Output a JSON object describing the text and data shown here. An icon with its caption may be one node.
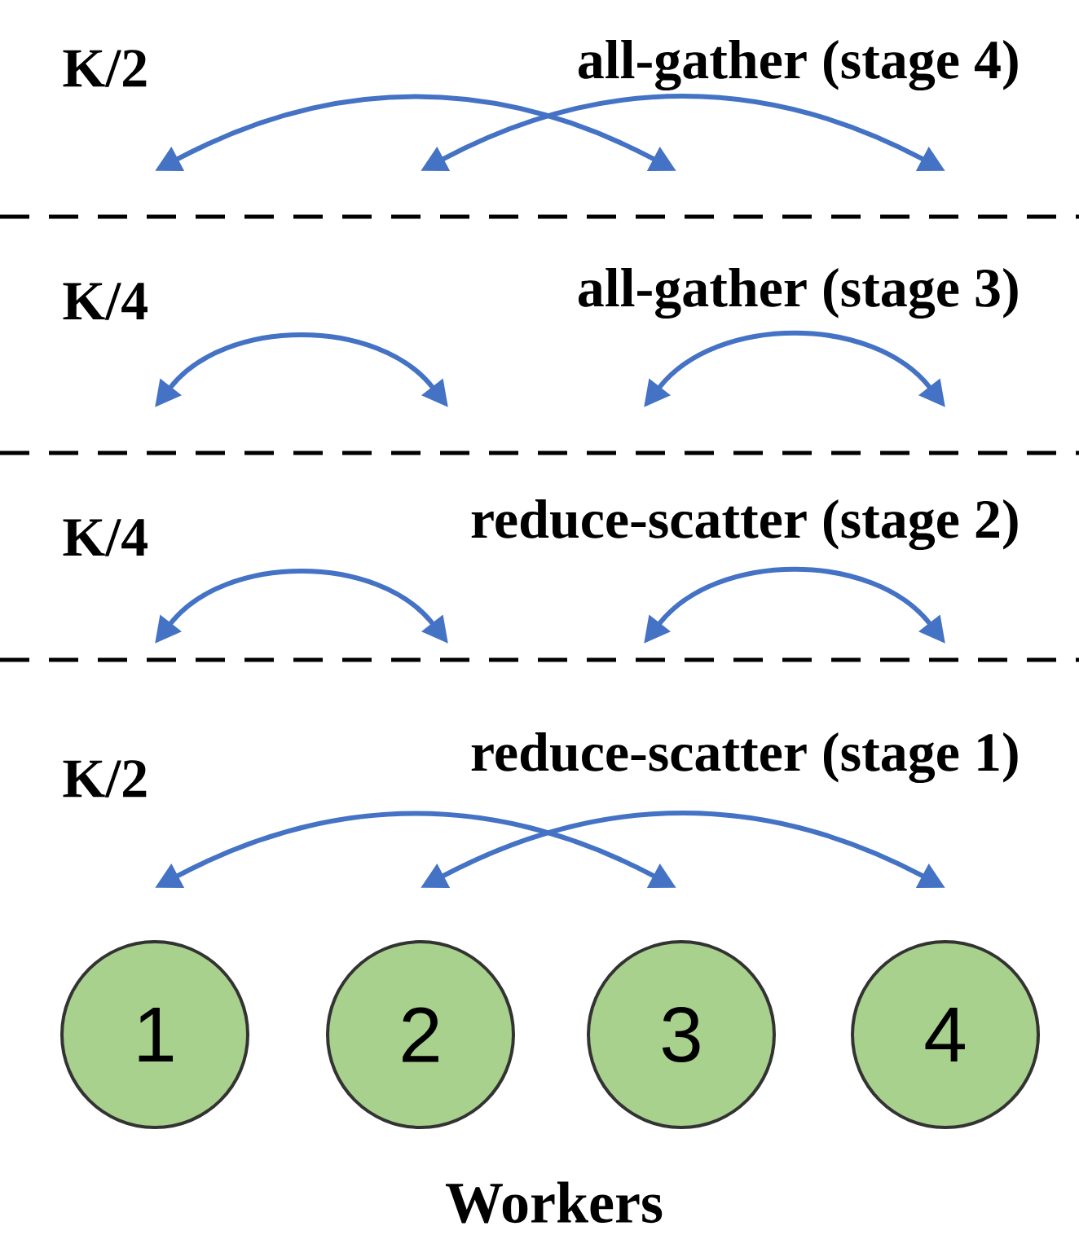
{
  "diagram": {
    "caption": "Workers",
    "nodes": [
      {
        "text": [
          "1"
        ]
      },
      {
        "text": [
          "2"
        ]
      },
      {
        "text": [
          "3"
        ]
      },
      {
        "text": [
          "4"
        ]
      }
    ],
    "edges": [
      {
        "from": 0,
        "to": 2,
        "arrow": "both"
      },
      {
        "from": 1,
        "to": 3,
        "arrow": "both"
      }
    ],
    "labels": [
      "K/2",
      "all-gather (stage 4)",
      "K/4",
      "all-gather (stage 3)",
      "K/4",
      "reduce-scatter (stage 2)",
      "K/2",
      "reduce-scatter (stage 1)"
    ]
  }
}
